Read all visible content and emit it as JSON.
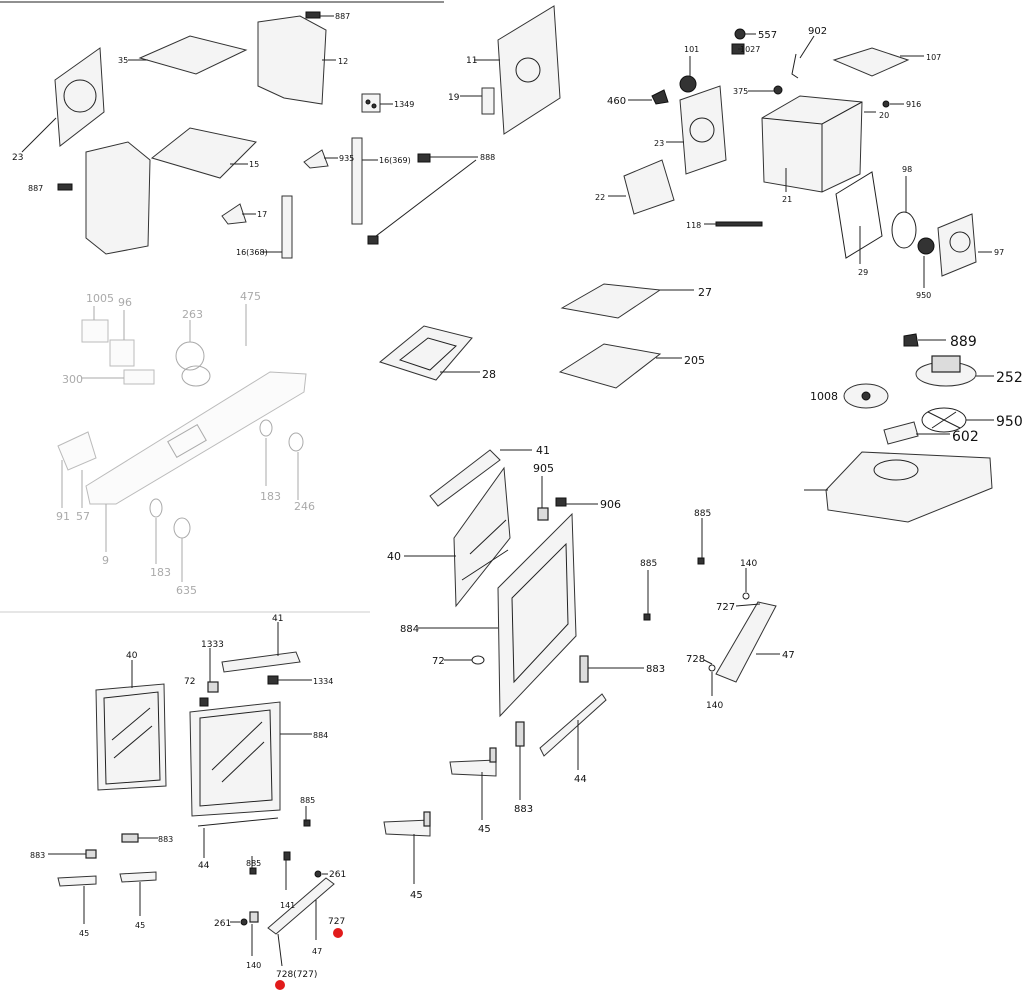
{
  "diagram": {
    "labels": {
      "g1_887a": "887",
      "g1_35": "35",
      "g1_12": "12",
      "g1_1349": "1349",
      "g1_23": "23",
      "g1_887b": "887",
      "g1_15": "15",
      "g1_17": "17",
      "g1_935": "935",
      "g1_16_369": "16(369)",
      "g1_888": "888",
      "g1_16_368": "16(368)",
      "g2_11": "11",
      "g2_19": "19",
      "g3_557": "557",
      "g3_1027": "1027",
      "g3_902": "902",
      "g3_101": "101",
      "g3_107": "107",
      "g3_460": "460",
      "g3_375": "375",
      "g3_916": "916",
      "g3_20": "20",
      "g3_23": "23",
      "g3_22": "22",
      "g3_21": "21",
      "g3_98": "98",
      "g3_118": "118",
      "g3_29": "29",
      "g3_97": "97",
      "g3_950": "950",
      "g4_1005": "1005",
      "g4_96": "96",
      "g4_263": "263",
      "g4_475": "475",
      "g4_300": "300",
      "g4_183a": "183",
      "g4_246": "246",
      "g4_91": "91",
      "g4_57": "57",
      "g4_9": "9",
      "g4_183b": "183",
      "g4_635": "635",
      "g5_27": "27",
      "g5_28": "28",
      "g5_205": "205",
      "g6_889": "889",
      "g6_252": "252",
      "g6_1008": "1008",
      "g6_950": "950",
      "g6_602": "602",
      "g7_41": "41",
      "g7_905": "905",
      "g7_906": "906",
      "g7_40": "40",
      "g7_884": "884",
      "g7_72": "72",
      "g7_883a": "883",
      "g7_44": "44",
      "g7_45a": "45",
      "g7_883b": "883",
      "g7_45b": "45",
      "g8_885a": "885",
      "g8_885b": "885",
      "g8_140a": "140",
      "g8_727": "727",
      "g8_728": "728",
      "g8_47": "47",
      "g8_140b": "140",
      "g9_41": "41",
      "g9_40": "40",
      "g9_1333": "1333",
      "g9_72": "72",
      "g9_1334": "1334",
      "g9_884": "884",
      "g9_883a": "883",
      "g9_885a": "885",
      "g9_883b": "883",
      "g9_44": "44",
      "g9_885b": "885",
      "g9_261a": "261",
      "g9_141": "141",
      "g9_45a": "45",
      "g9_45b": "45",
      "g9_261b": "261",
      "g9_727": "727",
      "g9_47": "47",
      "g9_140": "140",
      "g9_728_727": "728(727)"
    },
    "marker_color": "#e11b1b"
  }
}
